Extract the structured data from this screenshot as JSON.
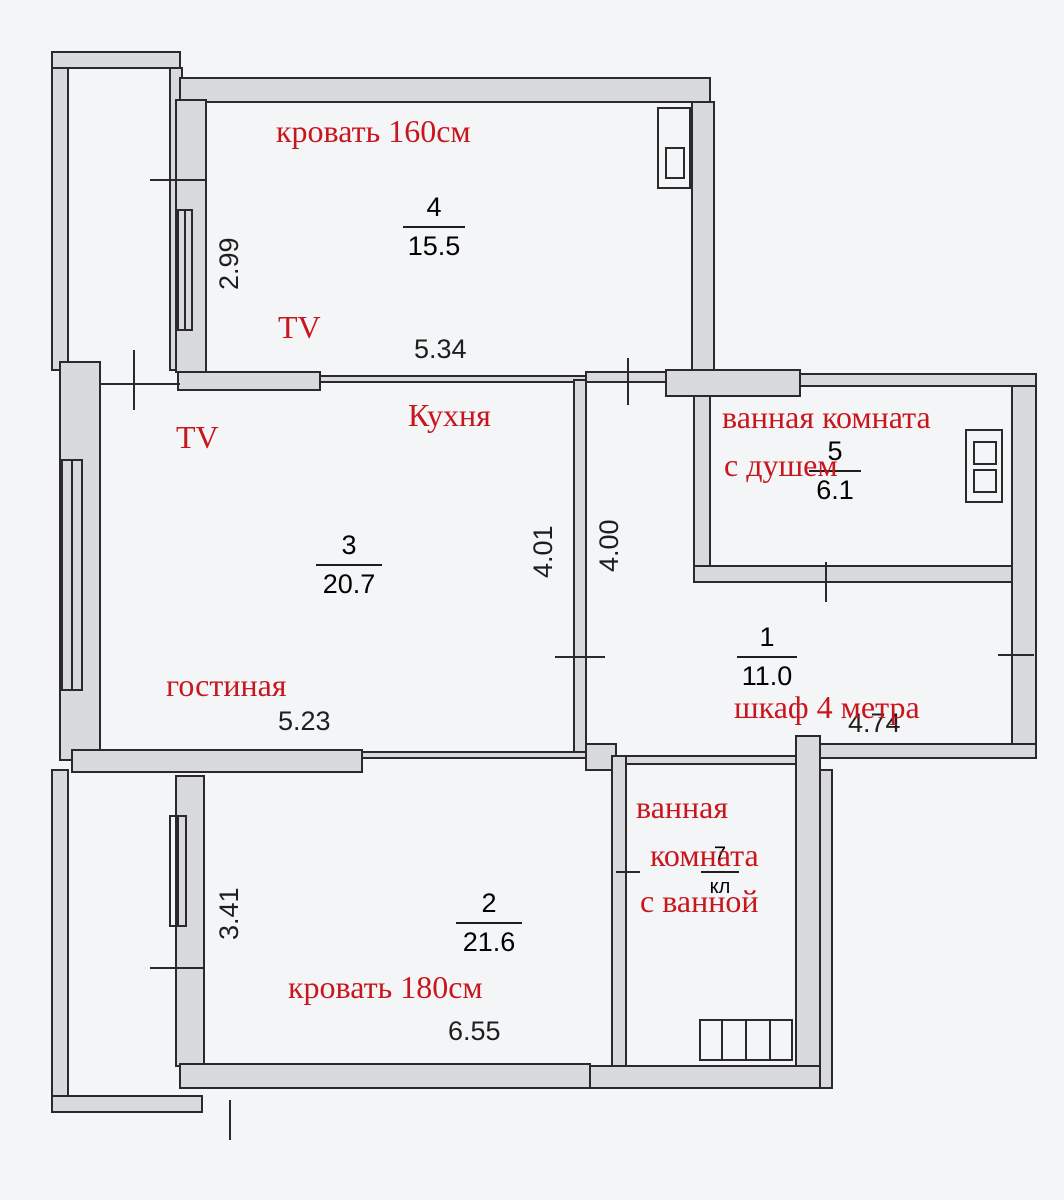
{
  "rooms": [
    {
      "id": "4",
      "number": "4",
      "area": "15.5"
    },
    {
      "id": "3",
      "number": "3",
      "area": "20.7"
    },
    {
      "id": "5",
      "number": "5",
      "area": "6.1"
    },
    {
      "id": "1",
      "number": "1",
      "area": "11.0"
    },
    {
      "id": "2",
      "number": "2",
      "area": "21.6"
    },
    {
      "id": "wc",
      "number": "7",
      "area": "кл"
    }
  ],
  "dimensions": {
    "d_299": "2.99",
    "d_534": "5.34",
    "d_401": "4.01",
    "d_400": "4.00",
    "d_523": "5.23",
    "d_474": "4.74",
    "d_341": "3.41",
    "d_655": "6.55"
  },
  "annotations": {
    "bed160": "кровать 160см",
    "tv_top": "TV",
    "tv_left": "TV",
    "kitchen": "Кухня",
    "bath_shower_1": "ванная комната",
    "bath_shower_2": "с душем",
    "living": "гостиная",
    "wardrobe": "шкаф 4 метра",
    "bath_tub_1": "ванная",
    "bath_tub_2": "комната",
    "bath_tub_3": "с ванной",
    "bed180": "кровать 180см"
  },
  "colors": {
    "annotation": "#c8161e",
    "wall_fill": "#d9dadd",
    "wall_stroke": "#2a2a2a",
    "paper": "#f4f5f7"
  }
}
